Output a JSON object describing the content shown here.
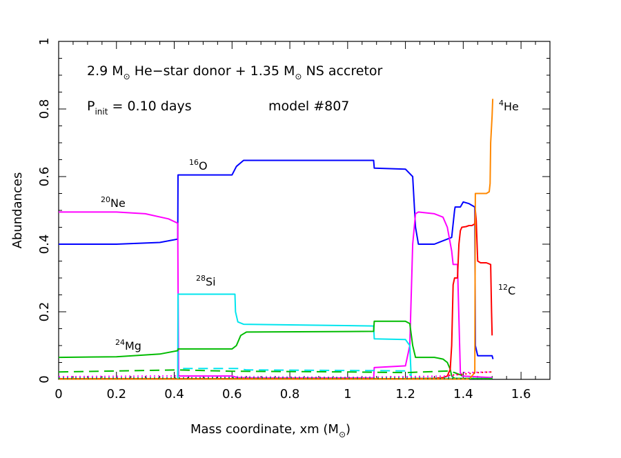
{
  "chart_data": {
    "type": "line",
    "title_line1": {
      "a": "2.9 M",
      "b": " He−star donor  + 1.35 M",
      "c": " NS accretor"
    },
    "title_line2": {
      "p": "P",
      "sub": "init",
      "rest": " = 0.10 days",
      "model": "model #807"
    },
    "xlabel": "Mass coordinate, xm  (M",
    "xlabel_close": ")",
    "ylabel": "Abundances",
    "xlim": [
      0,
      1.7
    ],
    "ylim": [
      0,
      1
    ],
    "x_ticks": [
      0,
      0.2,
      0.4,
      0.6,
      0.8,
      1,
      1.2,
      1.4,
      1.6
    ],
    "x_tick_labels": [
      "0",
      "0.2",
      "0.4",
      "0.6",
      "0.8",
      "1",
      "1.2",
      "1.4",
      "1.6"
    ],
    "y_ticks": [
      0,
      0.2,
      0.4,
      0.6,
      0.8,
      1
    ],
    "y_tick_labels": [
      "0",
      "0.2",
      "0.4",
      "0.6",
      "0.8",
      "1"
    ],
    "grid": false,
    "labels": {
      "o16": {
        "mass": "16",
        "el": "O"
      },
      "ne20": {
        "mass": "20",
        "el": "Ne"
      },
      "si28": {
        "mass": "28",
        "el": "Si"
      },
      "mg24": {
        "mass": "24",
        "el": "Mg"
      },
      "he4": {
        "mass": "4",
        "el": "He"
      },
      "c12": {
        "mass": "12",
        "el": "C"
      }
    },
    "series": [
      {
        "name": "16O",
        "color": "#0000ff",
        "dash": "solid",
        "x": [
          0,
          0.2,
          0.35,
          0.412,
          0.413,
          0.6,
          0.615,
          0.64,
          0.8,
          1.09,
          1.092,
          1.2,
          1.225,
          1.235,
          1.245,
          1.3,
          1.36,
          1.37,
          1.372,
          1.38,
          1.39,
          1.4,
          1.42,
          1.44,
          1.442,
          1.45,
          1.5,
          1.503
        ],
        "y": [
          0.4,
          0.4,
          0.405,
          0.415,
          0.605,
          0.605,
          0.63,
          0.648,
          0.648,
          0.648,
          0.625,
          0.622,
          0.6,
          0.45,
          0.4,
          0.4,
          0.42,
          0.5,
          0.51,
          0.51,
          0.51,
          0.525,
          0.52,
          0.51,
          0.1,
          0.07,
          0.07,
          0.06
        ]
      },
      {
        "name": "20Ne",
        "color": "#ff00ff",
        "dash": "solid",
        "x": [
          0,
          0.2,
          0.3,
          0.38,
          0.412,
          0.413,
          0.415,
          0.6,
          0.62,
          0.7,
          1.09,
          1.092,
          1.2,
          1.215,
          1.225,
          1.235,
          1.245,
          1.3,
          1.33,
          1.345,
          1.36,
          1.365,
          1.38,
          1.39,
          1.395,
          1.5
        ],
        "y": [
          0.495,
          0.495,
          0.49,
          0.475,
          0.462,
          0.3,
          0.01,
          0.01,
          0.005,
          0.004,
          0.004,
          0.035,
          0.04,
          0.1,
          0.4,
          0.49,
          0.495,
          0.49,
          0.48,
          0.45,
          0.38,
          0.34,
          0.34,
          0.02,
          0.01,
          0.005
        ]
      },
      {
        "name": "28Si",
        "color": "#00e5ee",
        "dash": "solid",
        "x": [
          0,
          0.412,
          0.413,
          0.61,
          0.612,
          0.62,
          0.64,
          1.09,
          1.092,
          1.2,
          1.215,
          1.22,
          1.5
        ],
        "y": [
          0.002,
          0.002,
          0.252,
          0.252,
          0.2,
          0.17,
          0.163,
          0.158,
          0.12,
          0.118,
          0.1,
          0.003,
          0.002
        ]
      },
      {
        "name": "24Mg",
        "color": "#00bb00",
        "dash": "solid",
        "x": [
          0,
          0.2,
          0.35,
          0.412,
          0.413,
          0.6,
          0.615,
          0.63,
          0.65,
          1.09,
          1.092,
          1.2,
          1.215,
          1.225,
          1.235,
          1.3,
          1.33,
          1.345,
          1.355,
          1.36,
          1.37,
          1.5
        ],
        "y": [
          0.065,
          0.067,
          0.075,
          0.085,
          0.09,
          0.09,
          0.1,
          0.13,
          0.14,
          0.142,
          0.172,
          0.172,
          0.165,
          0.1,
          0.065,
          0.065,
          0.06,
          0.05,
          0.03,
          0.01,
          0.003,
          0.002
        ]
      },
      {
        "name": "12C",
        "color": "#ff0000",
        "dash": "solid",
        "x": [
          0,
          1.2,
          1.3,
          1.33,
          1.345,
          1.355,
          1.36,
          1.365,
          1.37,
          1.38,
          1.385,
          1.39,
          1.395,
          1.41,
          1.42,
          1.43,
          1.44,
          1.442,
          1.445,
          1.45,
          1.46,
          1.48,
          1.495,
          1.498,
          1.5
        ],
        "y": [
          0.002,
          0.002,
          0.003,
          0.005,
          0.01,
          0.03,
          0.1,
          0.28,
          0.3,
          0.3,
          0.4,
          0.44,
          0.45,
          0.452,
          0.455,
          0.455,
          0.46,
          0.5,
          0.47,
          0.35,
          0.345,
          0.345,
          0.34,
          0.2,
          0.13
        ]
      },
      {
        "name": "4He",
        "color": "#ff8800",
        "dash": "solid",
        "x": [
          0,
          1.42,
          1.425,
          1.43,
          1.44,
          1.442,
          1.45,
          1.48,
          1.49,
          1.493,
          1.495,
          1.5,
          1.502
        ],
        "y": [
          0.001,
          0.001,
          0.005,
          0.01,
          0.02,
          0.55,
          0.55,
          0.55,
          0.555,
          0.58,
          0.7,
          0.78,
          0.83
        ]
      },
      {
        "name": "mg-dashed",
        "color": "#00bb00",
        "dash": "long",
        "x": [
          0,
          0.41,
          0.6,
          1.0,
          1.2,
          1.35,
          1.37,
          1.4
        ],
        "y": [
          0.022,
          0.028,
          0.024,
          0.022,
          0.02,
          0.025,
          0.02,
          0.01
        ]
      },
      {
        "name": "si-dashed",
        "color": "#00e5ee",
        "dash": "long",
        "x": [
          0.412,
          0.413,
          0.62,
          0.65,
          1.09,
          1.2,
          1.22
        ],
        "y": [
          0.002,
          0.032,
          0.032,
          0.028,
          0.026,
          0.025,
          0.01
        ]
      },
      {
        "name": "ne-dotted",
        "color": "#ff00ff",
        "dash": "dot",
        "x": [
          0,
          0.41,
          0.6,
          1.0,
          1.2,
          1.36,
          1.4,
          1.5
        ],
        "y": [
          0.008,
          0.01,
          0.008,
          0.006,
          0.008,
          0.01,
          0.02,
          0.022
        ]
      },
      {
        "name": "red-dotted",
        "color": "#ff0000",
        "dash": "dot",
        "x": [
          1.35,
          1.4,
          1.45,
          1.5
        ],
        "y": [
          0.012,
          0.015,
          0.02,
          0.022
        ]
      },
      {
        "name": "cyan-dotted",
        "color": "#00e5ee",
        "dash": "dot",
        "x": [
          0,
          0.41,
          0.6,
          1.2,
          1.5
        ],
        "y": [
          0.004,
          0.004,
          0.005,
          0.004,
          0.003
        ]
      },
      {
        "name": "dark-dotted",
        "color": "#228822",
        "dash": "dot",
        "x": [
          0,
          0.6,
          1.2,
          1.5
        ],
        "y": [
          0.003,
          0.004,
          0.003,
          0.002
        ]
      }
    ]
  }
}
